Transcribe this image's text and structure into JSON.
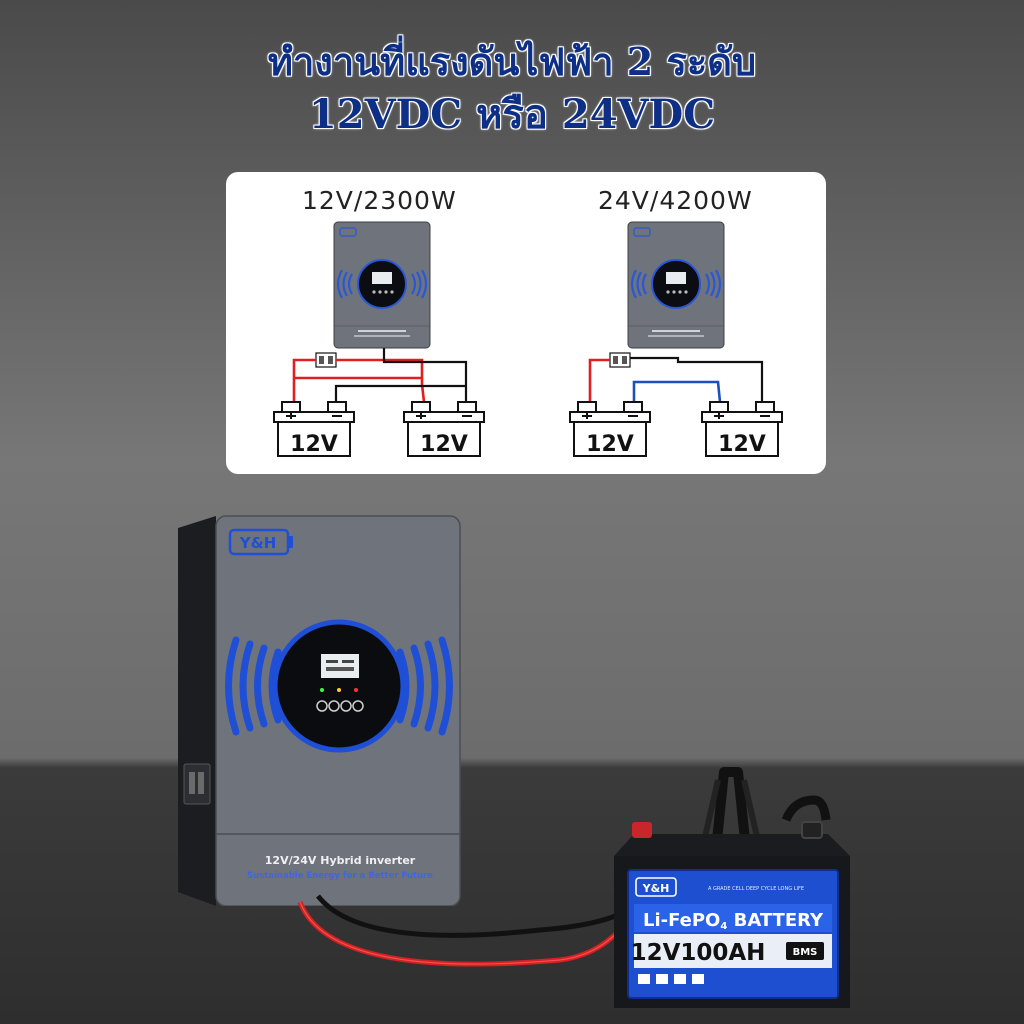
{
  "headline": {
    "line1": "ทำงานที่แรงดันไฟฟ้า 2 ระดับ",
    "line2": "12VDC หรือ 24VDC"
  },
  "configs": [
    {
      "label": "12V/2300W",
      "batteries": [
        "12V",
        "12V"
      ],
      "wiring": "parallel"
    },
    {
      "label": "24V/4200W",
      "batteries": [
        "12V",
        "12V"
      ],
      "wiring": "series"
    }
  ],
  "inverter": {
    "brand": "Y&H",
    "model": "12V/24V Hybrid inverter",
    "slogan": "Sustainable Energy for a Better Future"
  },
  "battery": {
    "brand": "Y&H",
    "type": "Li-FePO",
    "type_sub": "4",
    "type_suffix": " BATTERY",
    "rating": "12V100AH",
    "bms": "BMS",
    "features": "A GRADE CELL   DEEP CYCLE   LONG LIFE"
  },
  "colors": {
    "headline": "#0d2f86",
    "wire_positive": "#e02020",
    "wire_negative": "#111111",
    "wire_series": "#1f4fbf",
    "accent_blue": "#1f4fd6",
    "inverter_body": "#6f747c"
  }
}
